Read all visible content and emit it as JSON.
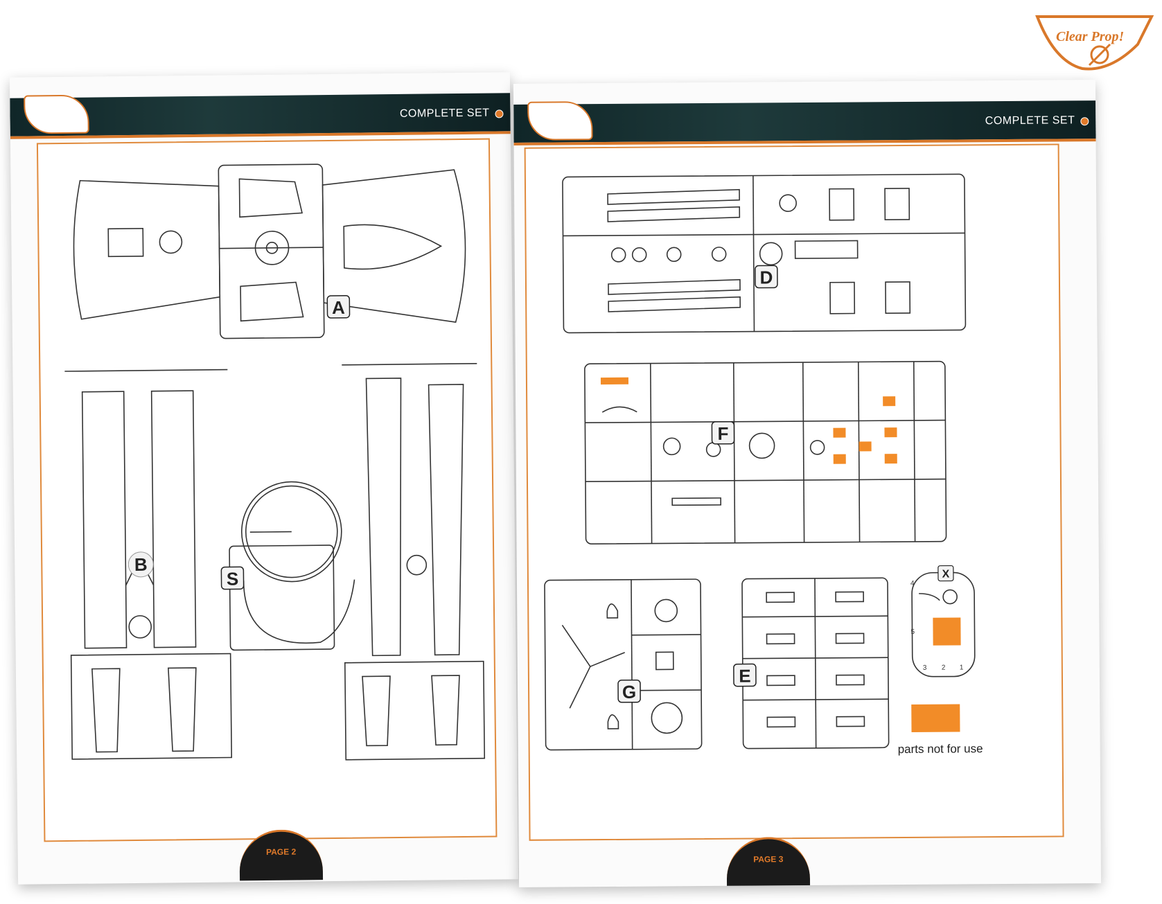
{
  "brand": {
    "logo_text": "Clear Prop!",
    "accent": "#e07a2a",
    "header_bg": "#152d2e"
  },
  "left_page": {
    "header_title": "COMPLETE SET",
    "page_label": "PAGE 2",
    "sprue_labels": [
      "A",
      "B",
      "S"
    ]
  },
  "right_page": {
    "header_title": "COMPLETE SET",
    "page_label": "PAGE 3",
    "sprue_labels": [
      "D",
      "F",
      "G",
      "E",
      "X"
    ],
    "x_part_numbers": [
      "4",
      "5",
      "3",
      "2",
      "1"
    ],
    "legend": {
      "swatch_color": "#f28c28",
      "text": "parts not for use"
    }
  }
}
